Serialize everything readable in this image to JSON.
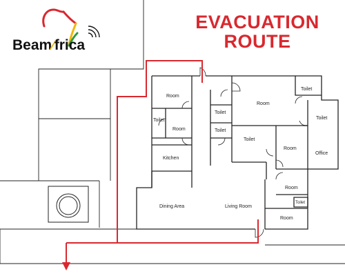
{
  "title": {
    "line1": "EVACUATION",
    "line2": "ROUTE"
  },
  "logo": {
    "part1": "Beam",
    "part2": "frica"
  },
  "colors": {
    "route": "#d9282f",
    "walls": "#222222",
    "title": "#d9282f",
    "logo_red": "#d9282f",
    "logo_yellow": "#f2b705",
    "logo_green": "#2e9a3e"
  },
  "rooms": {
    "room_top_left": "Room",
    "room_top_mid": "Room",
    "toilet_top_right": "Toilet",
    "toilet_left": "Toilet",
    "room_left": "Room",
    "toilet_center_a": "Toilet",
    "toilet_center_b": "Toilet",
    "toilet_center_c": "Toilet",
    "toilet_far_right": "Toilet",
    "room_right": "Room",
    "office": "Office",
    "kitchen": "Kitchen",
    "room_lower_right": "Room",
    "toilet_small": "Toilet",
    "dining_area": "Dining Area",
    "living_room": "Living Room",
    "room_bottom_right": "Room"
  }
}
